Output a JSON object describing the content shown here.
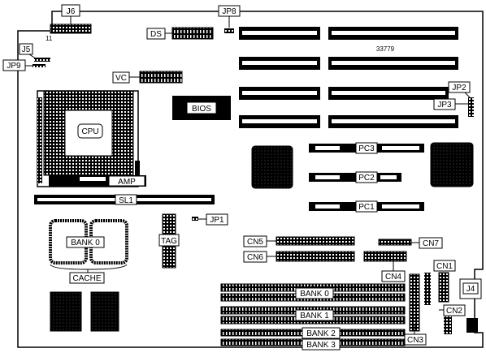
{
  "labels": {
    "j6": "J6",
    "j6_pin": "11",
    "j5": "J5",
    "jp9": "JP9",
    "ds": "DS",
    "jp8": "JP8",
    "vc": "VC",
    "bios": "BIOS",
    "cpu": "CPU",
    "amp": "AMP",
    "sl1": "SL1",
    "jp1": "JP1",
    "tag": "TAG",
    "bank0_cache": "BANK 0",
    "cache": "CACHE",
    "board_id": "33779",
    "jp2": "JP2",
    "jp3": "JP3",
    "pc3": "PC3",
    "pc2": "PC2",
    "pc1": "PC1",
    "cn5": "CN5",
    "cn6": "CN6",
    "cn7": "CN7",
    "cn4": "CN4",
    "cn1": "CN1",
    "cn2": "CN2",
    "cn3": "CN3",
    "j4": "J4",
    "mem_bank0": "BANK 0",
    "mem_bank1": "BANK 1",
    "mem_bank2": "BANK 2",
    "mem_bank3": "BANK 3"
  },
  "colors": {
    "ink": "#000000",
    "paper": "#ffffff"
  }
}
